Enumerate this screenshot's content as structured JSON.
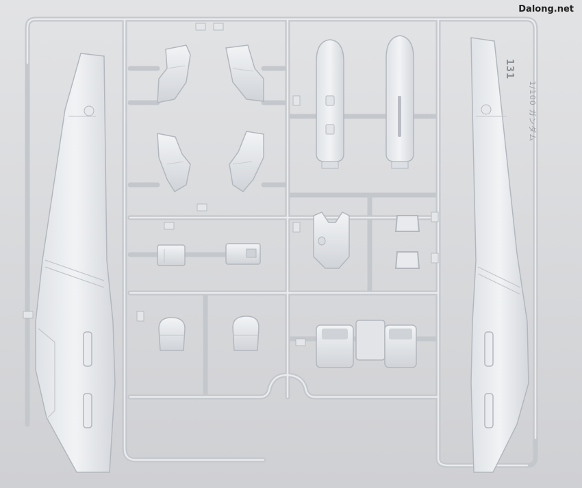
{
  "watermark": "Dalong.net",
  "runner_tag": {
    "number": "131",
    "text": "1/100 ガンダム"
  },
  "colors": {
    "background": "#d9dadc",
    "plastic": "#eef0f2",
    "plastic_shade": "#c9ccd1",
    "outline": "#b3b7bd"
  },
  "parts": [
    {
      "id": "left-wing-panel"
    },
    {
      "id": "right-wing-panel"
    },
    {
      "id": "upper-armor-left"
    },
    {
      "id": "upper-armor-right"
    },
    {
      "id": "lower-armor-left"
    },
    {
      "id": "lower-armor-right"
    },
    {
      "id": "thruster-left"
    },
    {
      "id": "thruster-right"
    },
    {
      "id": "chest-piece"
    },
    {
      "id": "handle-upper"
    },
    {
      "id": "handle-lower"
    },
    {
      "id": "connector-left"
    },
    {
      "id": "connector-right"
    },
    {
      "id": "shoulder-left"
    },
    {
      "id": "shoulder-right"
    },
    {
      "id": "hip-block"
    }
  ]
}
